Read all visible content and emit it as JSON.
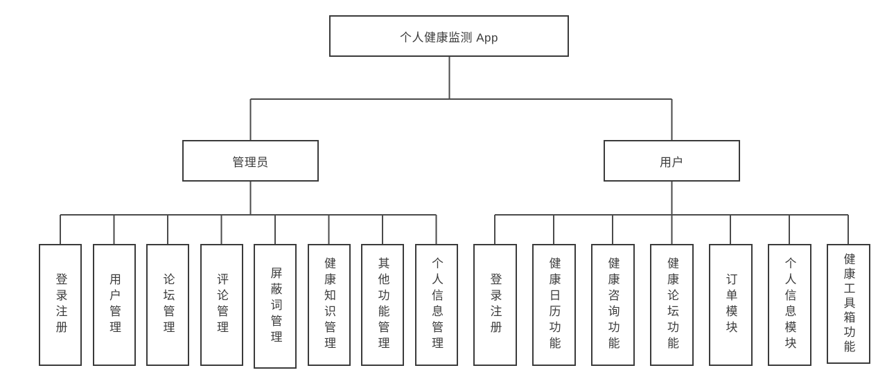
{
  "diagram": {
    "root": {
      "label": "个人健康监测 App"
    },
    "branches": [
      {
        "label": "管理员",
        "children": [
          "登录注册",
          "用户管理",
          "论坛管理",
          "评论管理",
          "屏蔽词管理",
          "健康知识管理",
          "其他功能管理",
          "个人信息管理"
        ]
      },
      {
        "label": "用户",
        "children": [
          "登录注册",
          "健康日历功能",
          "健康咨询功能",
          "健康论坛功能",
          "订单模块",
          "个人信息模块",
          "健康工具箱功能"
        ]
      }
    ]
  },
  "colors": {
    "line": "#4a4a4a",
    "box_border": "#3a3a3a",
    "text": "#3c3c3c",
    "background": "#ffffff"
  }
}
